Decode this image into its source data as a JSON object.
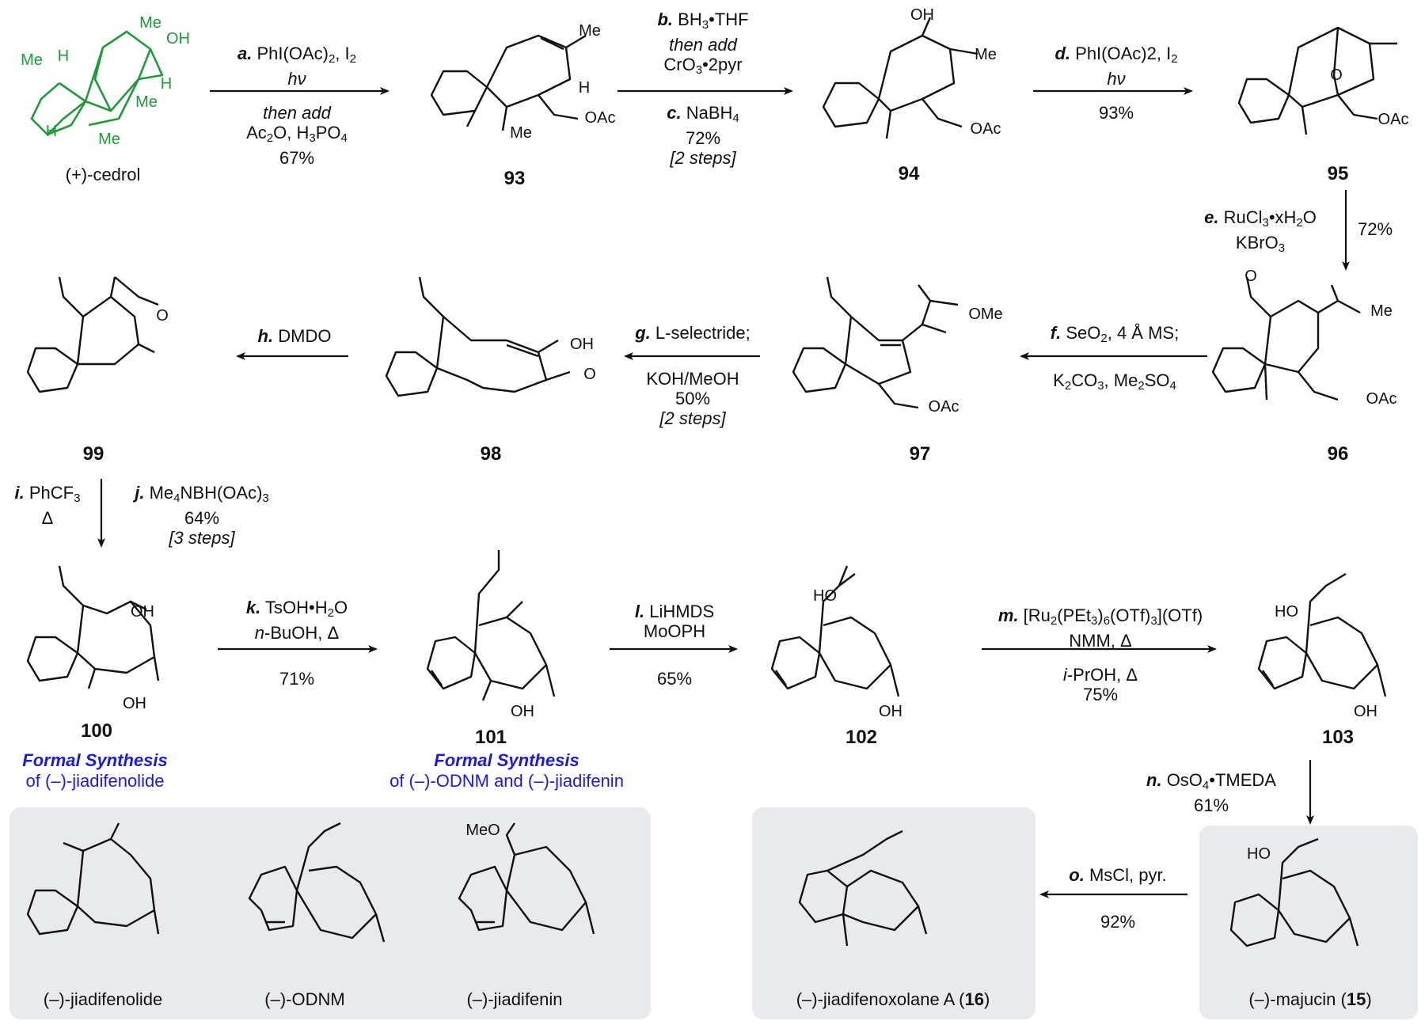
{
  "compounds": {
    "cedrol": "(+)-cedrol",
    "c93": "93",
    "c94": "94",
    "c95": "95",
    "c96": "96",
    "c97": "97",
    "c98": "98",
    "c99": "99",
    "c100": "100",
    "c101": "101",
    "c102": "102",
    "c103": "103"
  },
  "steps": {
    "a": {
      "letter": "a.",
      "line1": " PhI(OAc)",
      "s1": "2",
      "line1b": ", I",
      "s1b": "2",
      "line2": "hν",
      "line3": "then add",
      "line4a": "Ac",
      "s4a": "2",
      "line4b": "O, H",
      "s4b": "3",
      "line4c": "PO",
      "s4c": "4",
      "yield": "67%"
    },
    "b": {
      "letter": "b.",
      "line1a": " BH",
      "s1": "3",
      "line1b": "•THF",
      "line2": "then add",
      "line3a": "CrO",
      "s3": "3",
      "line3b": "•2pyr"
    },
    "c": {
      "letter": "c.",
      "line1a": " NaBH",
      "s1": "4",
      "yield": "72%",
      "note": "[2 steps]"
    },
    "d": {
      "letter": "d.",
      "line1": " PhI(OAc)2, I",
      "s1": "2",
      "line2": "hν",
      "yield": "93%"
    },
    "e": {
      "letter": "e.",
      "line1a": " RuCl",
      "s1": "3",
      "line1b": "•xH",
      "s2": "2",
      "line1c": "O",
      "line2a": "KBrO",
      "s3": "3",
      "yield": "72%"
    },
    "f": {
      "letter": "f.",
      "line1a": " SeO",
      "s1": "2",
      "line1b": ", 4 Å MS;",
      "line2a": "K",
      "s2": "2",
      "line2b": "CO",
      "s3": "3",
      "line2c": ", Me",
      "s4": "2",
      "line2d": "SO",
      "s5": "4"
    },
    "g": {
      "letter": "g.",
      "line1": " L-selectride;",
      "line2": "KOH/MeOH",
      "yield": "50%",
      "note": "[2 steps]"
    },
    "h": {
      "letter": "h.",
      "line1": " DMDO"
    },
    "i": {
      "letter": "i.",
      "line1a": " PhCF",
      "s1": "3",
      "line2": "Δ"
    },
    "j": {
      "letter": "j.",
      "line1a": " Me",
      "s1": "4",
      "line1b": "NBH(OAc)",
      "s2": "3",
      "yield": "64%",
      "note": "[3 steps]"
    },
    "k": {
      "letter": "k.",
      "line1a": " TsOH•H",
      "s1": "2",
      "line1b": "O",
      "line2a": "n",
      "line2b": "-BuOH, Δ",
      "yield": "71%"
    },
    "l": {
      "letter": "l.",
      "line1": " LiHMDS",
      "line2": "MoOPH",
      "yield": "65%"
    },
    "m": {
      "letter": "m.",
      "line1a": " [Ru",
      "s1": "2",
      "line1b": "(PEt",
      "s2": "3",
      "line1c": ")",
      "s3": "6",
      "line1d": "(OTf)",
      "s4": "3",
      "line1e": "](OTf)",
      "line2": "NMM, Δ",
      "line3a": "i",
      "line3b": "-PrOH, Δ",
      "yield": "75%"
    },
    "n": {
      "letter": "n.",
      "line1a": " OsO",
      "s1": "4",
      "line1b": "•TMEDA",
      "yield": "61%"
    },
    "o": {
      "letter": "o.",
      "line1": " MsCl, pyr.",
      "yield": "92%"
    }
  },
  "formal": {
    "f100_title": "Formal Synthesis",
    "f100_sub": "of (–)-jiadifenolide",
    "f101_title": "Formal Synthesis",
    "f101_sub": "of (–)-ODNM and (–)-jiadifenin"
  },
  "targets": {
    "jiadifenolide": "(–)-jiadifenolide",
    "odnm": "(–)-ODNM",
    "jiadifenin": "(–)-jiadifenin",
    "jiadifenoxolane_pre": "(–)-jiadifenoxolane A (",
    "jiadifenoxolane_num": "16",
    "jiadifenoxolane_post": ")",
    "majucin_pre": "(–)-majucin (",
    "majucin_num": "15",
    "majucin_post": ")"
  },
  "atoms": {
    "Me": "Me",
    "OH": "OH",
    "H": "H",
    "OAc": "OAc",
    "O": "O",
    "OMe": "OMe",
    "HO": "HO",
    "MeO": "MeO"
  },
  "colors": {
    "cedrol_green": "#1f9a3a",
    "formal_blue": "#1a1ae6",
    "box_gray": "#e8eaee"
  }
}
